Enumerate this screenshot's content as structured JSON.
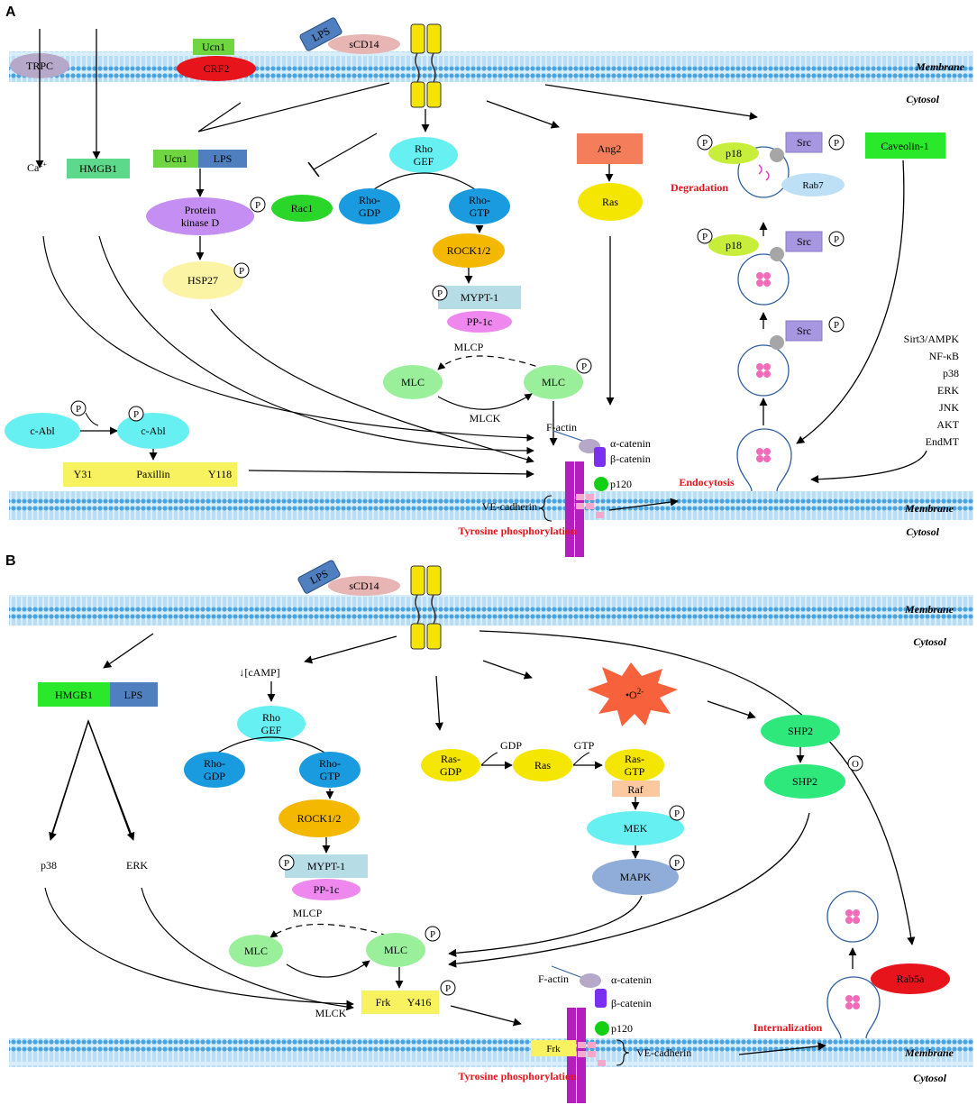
{
  "panel_a": {
    "letter": "A",
    "membrane": "Membrane",
    "cytosol": "Cytosol",
    "trpc": "TRPC",
    "ucn1": "Ucn1",
    "crf2": "CRF2",
    "lps": "LPS",
    "scd14": "sCD14",
    "ca": "Ca",
    "ca_sup": "2+",
    "hmgb1": "HMGB1",
    "ucn1_b": "Ucn1",
    "lps_b": "LPS",
    "pkd_1": "Protein",
    "pkd_2": "kinase D",
    "hsp27": "HSP27",
    "rac1": "Rac1",
    "rhogef_1": "Rho",
    "rhogef_2": "GEF",
    "rhogdp_1": "Rho-",
    "rhogdp_2": "GDP",
    "rhogtp_1": "Rho-",
    "rhogtp_2": "GTP",
    "rock": "ROCK1/2",
    "mypt": "MYPT-1",
    "pp1c": "PP-1c",
    "mlcp": "MLCP",
    "mlc": "MLC",
    "mlc_p": "MLC",
    "mlck": "MLCK",
    "ang2": "Ang2",
    "ras": "Ras",
    "p18": "p18",
    "src": "Src",
    "rab7": "Rab7",
    "degradation": "Degradation",
    "caveolin": "Caveolin-1",
    "signals": [
      "Sirt3/AMPK",
      "NF-κB",
      "p38",
      "ERK",
      "JNK",
      "AKT",
      "EndMT"
    ],
    "cabl": "c-Abl",
    "cabl2": "c-Abl",
    "y31": "Y31",
    "paxillin": "Paxillin",
    "y118": "Y118",
    "factin": "F-actin",
    "acat": "α-catenin",
    "bcat": "β-catenin",
    "p120": "p120",
    "vecad": "VE-cadherin",
    "endocytosis": "Endocytosis",
    "tyr": "Tyrosine phosphorylation",
    "p": "P"
  },
  "panel_b": {
    "letter": "B",
    "membrane": "Membrane",
    "cytosol": "Cytosol",
    "lps": "LPS",
    "scd14": "sCD14",
    "hmgb1": "HMGB1",
    "lps_b": "LPS",
    "p38": "p38",
    "erk": "ERK",
    "camp": "↓[cAMP]",
    "rhogef_1": "Rho",
    "rhogef_2": "GEF",
    "rhogdp_1": "Rho-",
    "rhogdp_2": "GDP",
    "rhogtp_1": "Rho-",
    "rhogtp_2": "GTP",
    "rock": "ROCK1/2",
    "mypt": "MYPT-1",
    "pp1c": "PP-1c",
    "mlcp": "MLCP",
    "mlc": "MLC",
    "mlc_p": "MLC",
    "mlck": "MLCK",
    "frk": "Frk",
    "y416": "Y416",
    "rasgdp_1": "Ras-",
    "rasgdp_2": "GDP",
    "ras": "Ras",
    "rasgtp_1": "Ras-",
    "rasgtp_2": "GTP",
    "gdp": "GDP",
    "gtp": "GTP",
    "raf": "Raf",
    "mek": "MEK",
    "mapk": "MAPK",
    "superoxide": "•O",
    "superoxide_sup": "2-",
    "shp2": "SHP2",
    "shp2_b": "SHP2",
    "o_mark": "O",
    "rab5a": "Rab5a",
    "internalization": "Internalization",
    "factin": "F-actin",
    "acat": "α-catenin",
    "bcat": "β-catenin",
    "p120": "p120",
    "frk_mem": "Frk",
    "vecad": "VE-cadherin",
    "tyr": "Tyrosine phosphorylation",
    "p": "P"
  }
}
